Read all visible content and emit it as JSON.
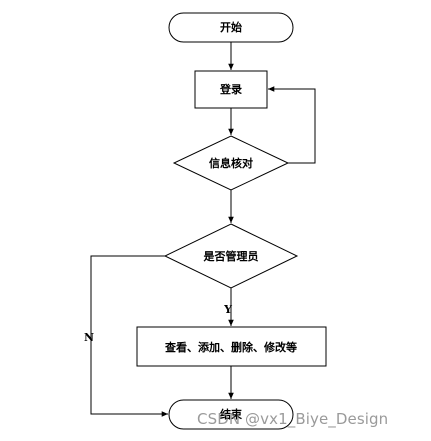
{
  "flowchart": {
    "nodes": {
      "start": "开始",
      "login": "登录",
      "verify": "信息核对",
      "is_admin": "是否管理员",
      "actions": "查看、添加、删除、修改等",
      "end": "结束"
    },
    "edge_labels": {
      "yes": "Y",
      "no": "N"
    }
  },
  "watermark": "CSDN @vx1_Biye_Design"
}
